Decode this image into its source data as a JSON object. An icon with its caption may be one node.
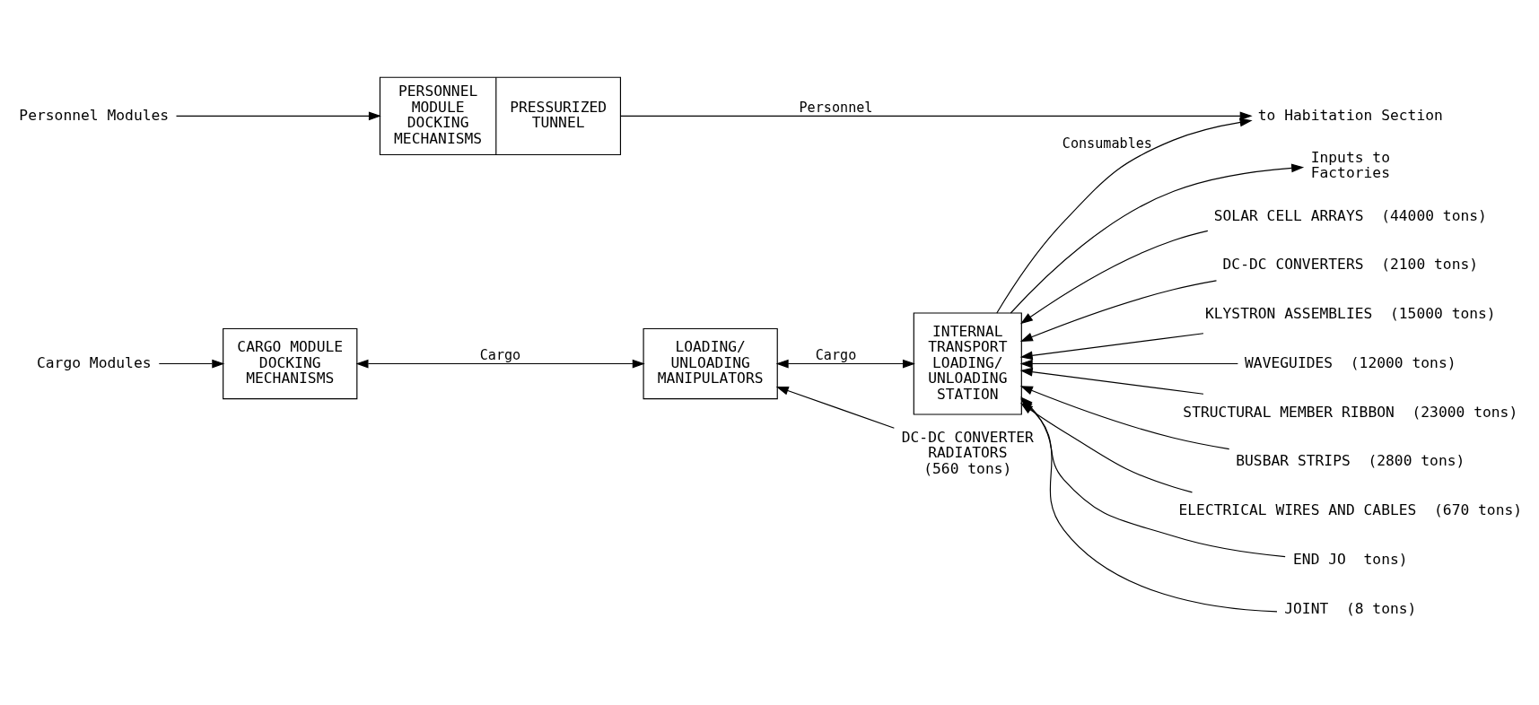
{
  "diagram": {
    "nodes": [
      {
        "text": [
          "Personnel Modules"
        ]
      },
      {
        "text": [
          "PERSONNEL MODULE DOCKING MECHANISMS",
          "PRESSURIZED TUNNEL"
        ]
      },
      {
        "text": [
          "to Habitation Section"
        ]
      },
      {
        "text": [
          "Cargo Modules"
        ]
      },
      {
        "text": [
          "CARGO MODULE DOCKING MECHANISMS"
        ]
      },
      {
        "text": [
          "LOADING/ UNLOADING MANIPULATORS"
        ]
      },
      {
        "text": [
          "INTERNAL TRANSPORT LOADING/ UNLOADING STATION"
        ]
      },
      {
        "text": [
          "DC-DC CONVERTER RADIATORS",
          "(560 tons)"
        ]
      },
      {
        "text": [
          "Inputs to Factories"
        ]
      },
      {
        "text": [
          "SOLAR CELL ARRAYS",
          "(44000 tons)"
        ]
      },
      {
        "text": [
          "DC-DC CONVERTERS",
          "(2100 tons)"
        ]
      },
      {
        "text": [
          "KLYSTRON ASSEMBLIES",
          "(15000 tons)"
        ]
      },
      {
        "text": [
          "WAVEGUIDES",
          "(12000 tons)"
        ]
      },
      {
        "text": [
          "STRUCTURAL MEMBER RIBBON",
          "(23000 tons)"
        ]
      },
      {
        "text": [
          "BUSBAR STRIPS",
          "(2800 tons)"
        ]
      },
      {
        "text": [
          "ELECTRICAL WIRES AND CABLES",
          "(670 tons)"
        ]
      },
      {
        "text": [
          "END JO",
          "tons)"
        ]
      },
      {
        "text": [
          "JOINT",
          "(8 tons)"
        ]
      }
    ],
    "edges": [
      {
        "from": 0,
        "to": 1,
        "arrow": "to"
      },
      {
        "from": 1,
        "to": 2,
        "arrow": "to",
        "label": "Personnel"
      },
      {
        "from": 6,
        "to": 2,
        "arrow": "to",
        "label": "Consumables"
      },
      {
        "from": 3,
        "to": 4,
        "arrow": "to"
      },
      {
        "from": 4,
        "to": 5,
        "arrow": "both",
        "label": "Cargo"
      },
      {
        "from": 5,
        "to": 6,
        "arrow": "both",
        "label": "Cargo"
      },
      {
        "from": 7,
        "to": 5,
        "arrow": "to"
      },
      {
        "from": 6,
        "to": 8,
        "arrow": "to"
      },
      {
        "from": 9,
        "to": 6,
        "arrow": "to"
      },
      {
        "from": 10,
        "to": 6,
        "arrow": "to"
      },
      {
        "from": 11,
        "to": 6,
        "arrow": "to"
      },
      {
        "from": 12,
        "to": 6,
        "arrow": "to"
      },
      {
        "from": 13,
        "to": 6,
        "arrow": "to"
      },
      {
        "from": 14,
        "to": 6,
        "arrow": "to"
      },
      {
        "from": 15,
        "to": 6,
        "arrow": "to"
      },
      {
        "from": 16,
        "to": 6,
        "arrow": "to"
      },
      {
        "from": 17,
        "to": 6,
        "arrow": "to"
      }
    ]
  }
}
